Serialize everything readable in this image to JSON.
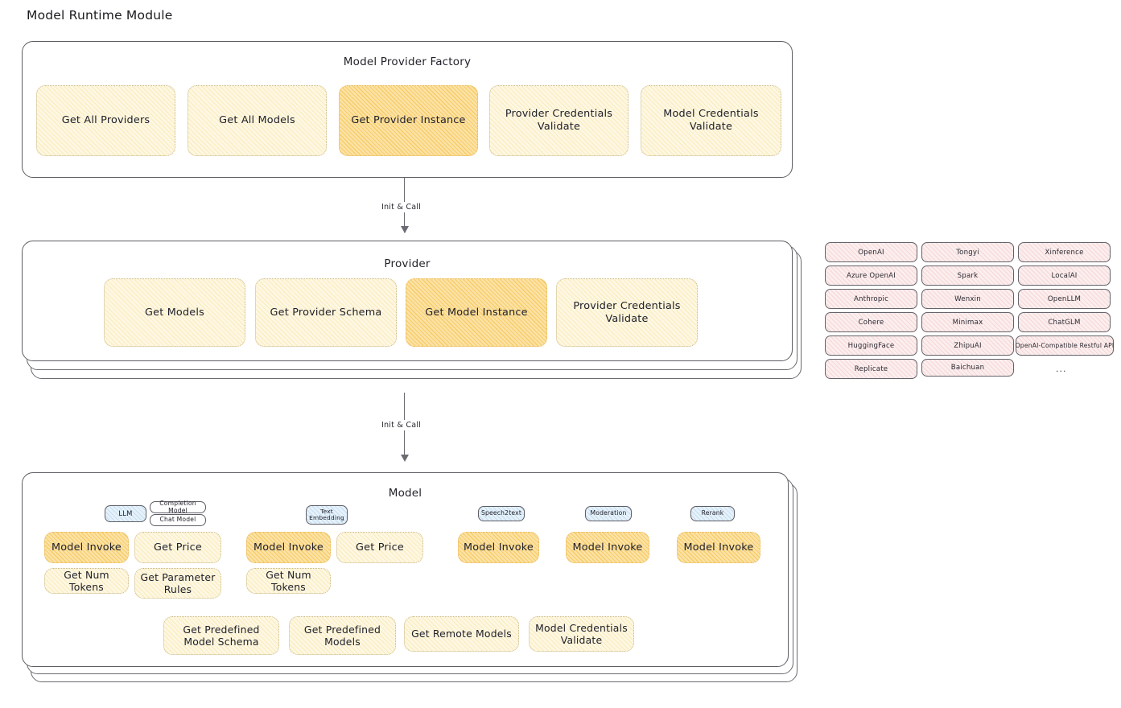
{
  "title": "Model Runtime Module",
  "factory": {
    "title": "Model Provider Factory",
    "boxes": [
      {
        "label": "Get All Providers",
        "highlight": false
      },
      {
        "label": "Get All Models",
        "highlight": false
      },
      {
        "label": "Get Provider Instance",
        "highlight": true
      },
      {
        "label": "Provider Credentials Validate",
        "highlight": false
      },
      {
        "label": "Model Credentials Validate",
        "highlight": false
      }
    ]
  },
  "arrow1": {
    "label": "Init & Call"
  },
  "arrow2": {
    "label": "Init & Call"
  },
  "provider": {
    "title": "Provider",
    "boxes": [
      {
        "label": "Get Models",
        "highlight": false
      },
      {
        "label": "Get Provider Schema",
        "highlight": false
      },
      {
        "label": "Get Model Instance",
        "highlight": true
      },
      {
        "label": "Provider Credentials Validate",
        "highlight": false
      }
    ]
  },
  "provider_tags": {
    "columns": [
      [
        "OpenAI",
        "Azure OpenAI",
        "Anthropic",
        "Cohere",
        "HuggingFace",
        "Replicate"
      ],
      [
        "Tongyi",
        "Spark",
        "Wenxin",
        "Minimax",
        "ZhipuAI",
        "Baichuan"
      ],
      [
        "Xinference",
        "LocalAI",
        "OpenLLM",
        "ChatGLM",
        "OpenAI-Compatible Restful API"
      ]
    ],
    "more": "..."
  },
  "model": {
    "title": "Model",
    "more": "...",
    "types": [
      {
        "name": "LLM",
        "subtags": [
          "Completion Model",
          "Chat Model"
        ]
      },
      {
        "name": "Text Embedding",
        "subtags": []
      },
      {
        "name": "Speech2text",
        "subtags": []
      },
      {
        "name": "Moderation",
        "subtags": []
      },
      {
        "name": "Rerank",
        "subtags": []
      }
    ],
    "llm_ops": [
      {
        "label": "Model Invoke",
        "highlight": true
      },
      {
        "label": "Get Price",
        "highlight": false
      },
      {
        "label": "Get Num Tokens",
        "highlight": false
      },
      {
        "label": "Get Parameter Rules",
        "highlight": false
      }
    ],
    "embedding_ops": [
      {
        "label": "Model Invoke",
        "highlight": true
      },
      {
        "label": "Get Price",
        "highlight": false
      },
      {
        "label": "Get Num Tokens",
        "highlight": false
      }
    ],
    "speech2text_ops": [
      {
        "label": "Model Invoke",
        "highlight": true
      }
    ],
    "moderation_ops": [
      {
        "label": "Model Invoke",
        "highlight": true
      }
    ],
    "rerank_ops": [
      {
        "label": "Model Invoke",
        "highlight": true
      }
    ],
    "common_ops": [
      {
        "label": "Get Predefined Model Schema",
        "highlight": false
      },
      {
        "label": "Get Predefined Models",
        "highlight": false
      },
      {
        "label": "Get Remote Models",
        "highlight": false
      },
      {
        "label": "Model Credentials Validate",
        "highlight": false
      }
    ]
  },
  "colors": {
    "box_fill": "#fdf7e3",
    "box_highlight": "#fbe2a6",
    "chip_fill": "#fbeeee",
    "tag_blue": "#e6f1fa",
    "stroke": "#5d5d63"
  }
}
